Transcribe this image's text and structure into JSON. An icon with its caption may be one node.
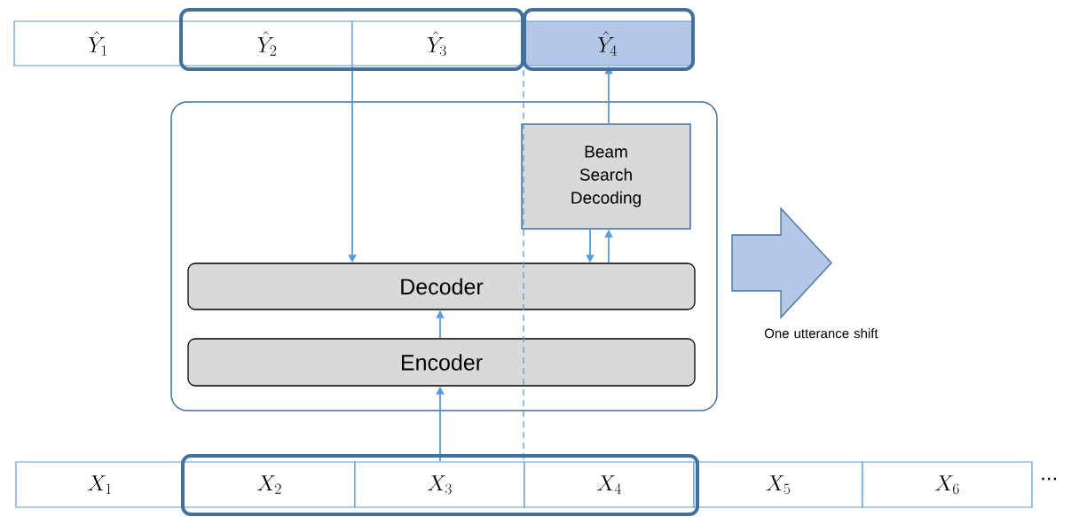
{
  "diagram": {
    "nodes": [
      {
        "text": [
          "\\hat{Y}_1"
        ]
      },
      {
        "text": [
          "\\hat{Y}_2"
        ]
      },
      {
        "text": [
          "\\hat{Y}_3"
        ]
      },
      {
        "text": [
          "\\hat{Y}_4"
        ]
      },
      {
        "text": [],
        "shape": "box"
      },
      {
        "text": [
          "Beam Search Decoding"
        ],
        "in": 4
      },
      {
        "text": [
          "Decoder"
        ],
        "in": 4
      },
      {
        "text": [
          "Encoder"
        ],
        "in": 4
      },
      {
        "text": [],
        "shape": "arrow",
        "beside": [
          "One utterance shift"
        ]
      },
      {
        "text": [
          "X_1"
        ]
      },
      {
        "text": [
          "X_2"
        ]
      },
      {
        "text": [
          "X_3"
        ]
      },
      {
        "text": [
          "X_4"
        ]
      },
      {
        "text": [
          "X_5"
        ]
      },
      {
        "text": [
          "X_6"
        ]
      }
    ],
    "edges": [
      {
        "from": 1,
        "to": 6,
        "arrow": "to"
      },
      {
        "from": 11,
        "to": 7,
        "arrow": "to"
      },
      {
        "from": 7,
        "to": 6,
        "arrow": "to"
      },
      {
        "from": 6,
        "to": 5,
        "arrow": "to"
      },
      {
        "from": 5,
        "to": 6,
        "arrow": "to"
      },
      {
        "from": 5,
        "to": 3,
        "arrow": "to"
      }
    ],
    "labels": [
      "..."
    ]
  }
}
